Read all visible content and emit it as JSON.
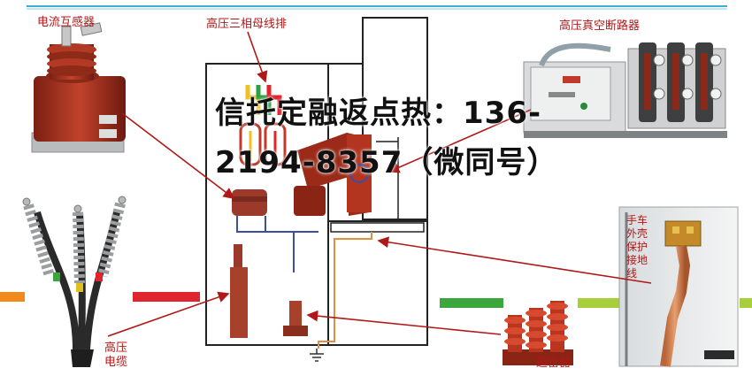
{
  "labels": {
    "current_transformer": "电流互感器",
    "busbar": "高压三相母线排",
    "vacuum_breaker": "高压真空断路器",
    "cable_line1": "高压",
    "cable_line2": "电缆",
    "arrester": "避雷器",
    "ground_wire": "手车外壳保护接地线"
  },
  "watermark": "信托定融返点热：136-2194-8357（微同号）",
  "colors": {
    "label": "#b01818",
    "arrow": "#b01818",
    "cabinet": "#222222",
    "component": "#9b3a2a",
    "bus_blue": "#3b4ea0",
    "bus_orange": "#e09040"
  }
}
